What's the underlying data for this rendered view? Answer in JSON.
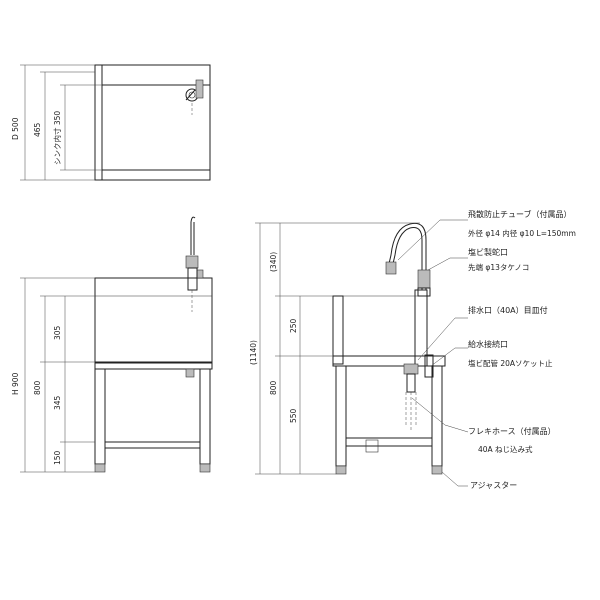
{
  "plan_view": {
    "dims": {
      "depth": "D 500",
      "d465": "465",
      "sink_inner": "シンク内寸 350"
    }
  },
  "front_view": {
    "dims": {
      "height": "H 900",
      "d800": "800",
      "d305": "305",
      "d345": "345",
      "d150": "150"
    }
  },
  "side_view": {
    "dims": {
      "d340": "(340)",
      "d1140": "(1140)",
      "d800": "800",
      "d250": "250",
      "d550": "550"
    }
  },
  "annotations": {
    "splash_tube": "飛散防止チューブ（付属品）",
    "splash_tube_spec": "外径 φ14  内径 φ10 L=150mm",
    "pvc_faucet": "塩ビ製蛇口",
    "pvc_faucet_spec": "先端  φ13タケノコ",
    "drain": "排水口（40A）目皿付",
    "water_inlet": "給水接続口",
    "water_inlet_spec": "塩ビ配管 20Aソケット止",
    "flex_hose": "フレキホース（付属品）",
    "flex_hose_spec": "40A  ねじ込み式",
    "adjuster": "アジャスター"
  }
}
